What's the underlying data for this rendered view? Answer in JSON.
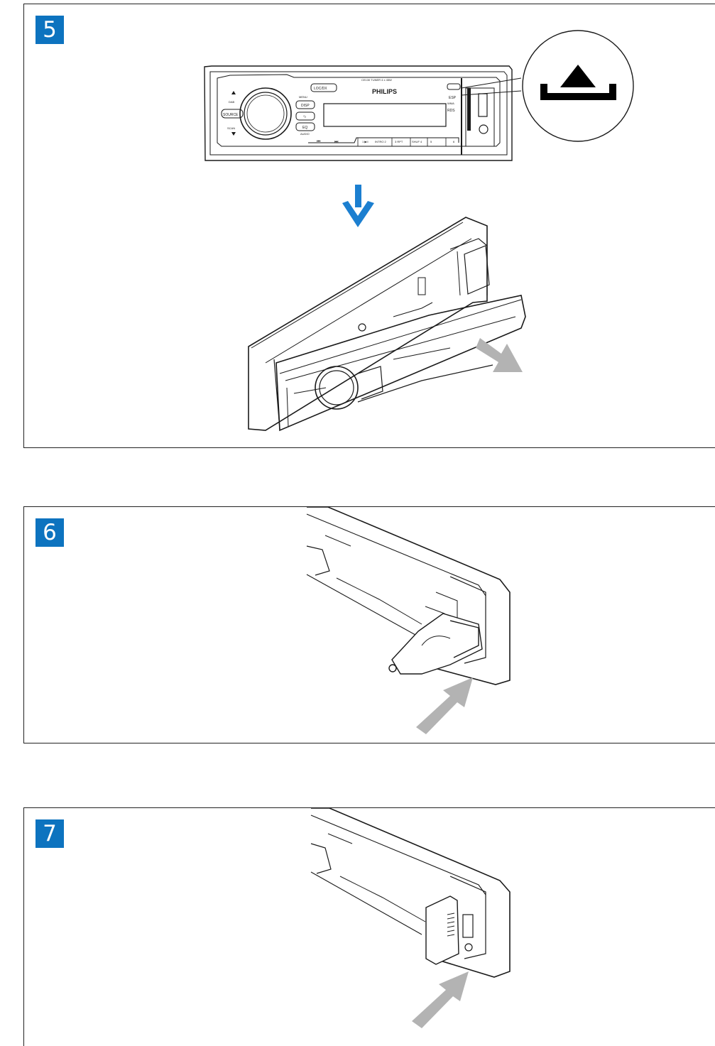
{
  "steps": [
    {
      "number": "5"
    },
    {
      "number": "6"
    },
    {
      "number": "7"
    }
  ],
  "radio_front": {
    "brand": "PHILIPS",
    "model_label": "CE130 TUNER 4 x 45W",
    "buttons": {
      "loc_dx": "LOC/DX",
      "source": "SOURCE",
      "menu": "MENU",
      "disp": "DISP",
      "back": "⮌",
      "eq": "EQ",
      "audio": "AUDIO",
      "dab": "DAB",
      "scan": "SCAN",
      "esp": "ESP",
      "wma": "WMA",
      "rds": "RDS",
      "prev": "⏮",
      "next": "⏭",
      "preset_1": "1 ▶II",
      "preset_2": "INTRO 2",
      "preset_3": "3 RPT",
      "preset_4": "SHUF 4",
      "preset_5": "5",
      "preset_6": "6"
    }
  },
  "colors": {
    "badge_bg": "#0d73bf",
    "arrow_blue": "#1c7fd0",
    "arrow_gray": "#b3b3b3",
    "outline": "#1a1a1a"
  },
  "icons": {
    "eject": "eject-icon",
    "down_arrow": "down-arrow-icon",
    "push_arrow": "push-arrow-icon"
  }
}
